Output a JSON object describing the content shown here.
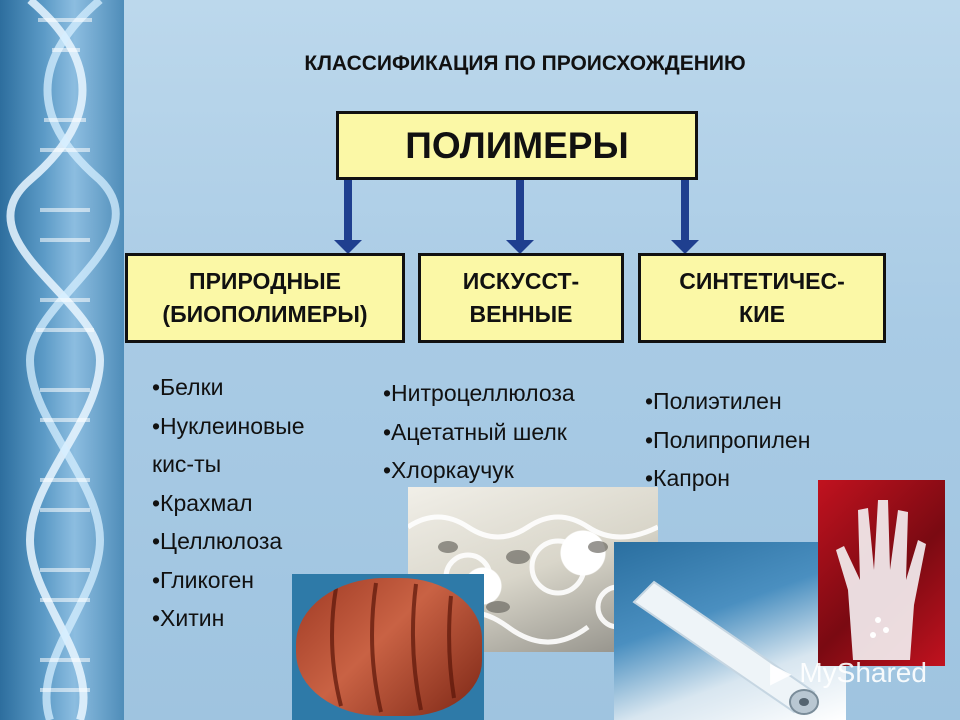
{
  "title": "КЛАССИФИКАЦИЯ ПО ПРОИСХОЖДЕНИЮ",
  "root": "ПОЛИМЕРЫ",
  "categories": [
    {
      "line1": "ПРИРОДНЫЕ",
      "line2": "(БИОПОЛИМЕРЫ)"
    },
    {
      "line1": "ИСКУССТ-",
      "line2": "ВЕННЫЕ"
    },
    {
      "line1": "СИНТЕТИЧЕС-",
      "line2": "КИЕ"
    }
  ],
  "lists": {
    "natural": [
      "•Белки",
      "•Нуклеиновые",
      "кис-ты",
      "•Крахмал",
      "•Целлюлоза",
      "•Гликоген",
      "•Хитин"
    ],
    "artificial": [
      "•Нитроцеллюлоза",
      "•Ацетатный шелк",
      "•Хлоркаучук"
    ],
    "synthetic": [
      "•Полиэтилен",
      "•Полипропилен",
      "•Капрон"
    ]
  },
  "watermark": "MyShared",
  "colors": {
    "box_fill": "#fbf8a6",
    "arrow": "#1f3f8f",
    "background": "#a9cbe5"
  },
  "icons": {
    "watermark": "play-circle-icon"
  }
}
